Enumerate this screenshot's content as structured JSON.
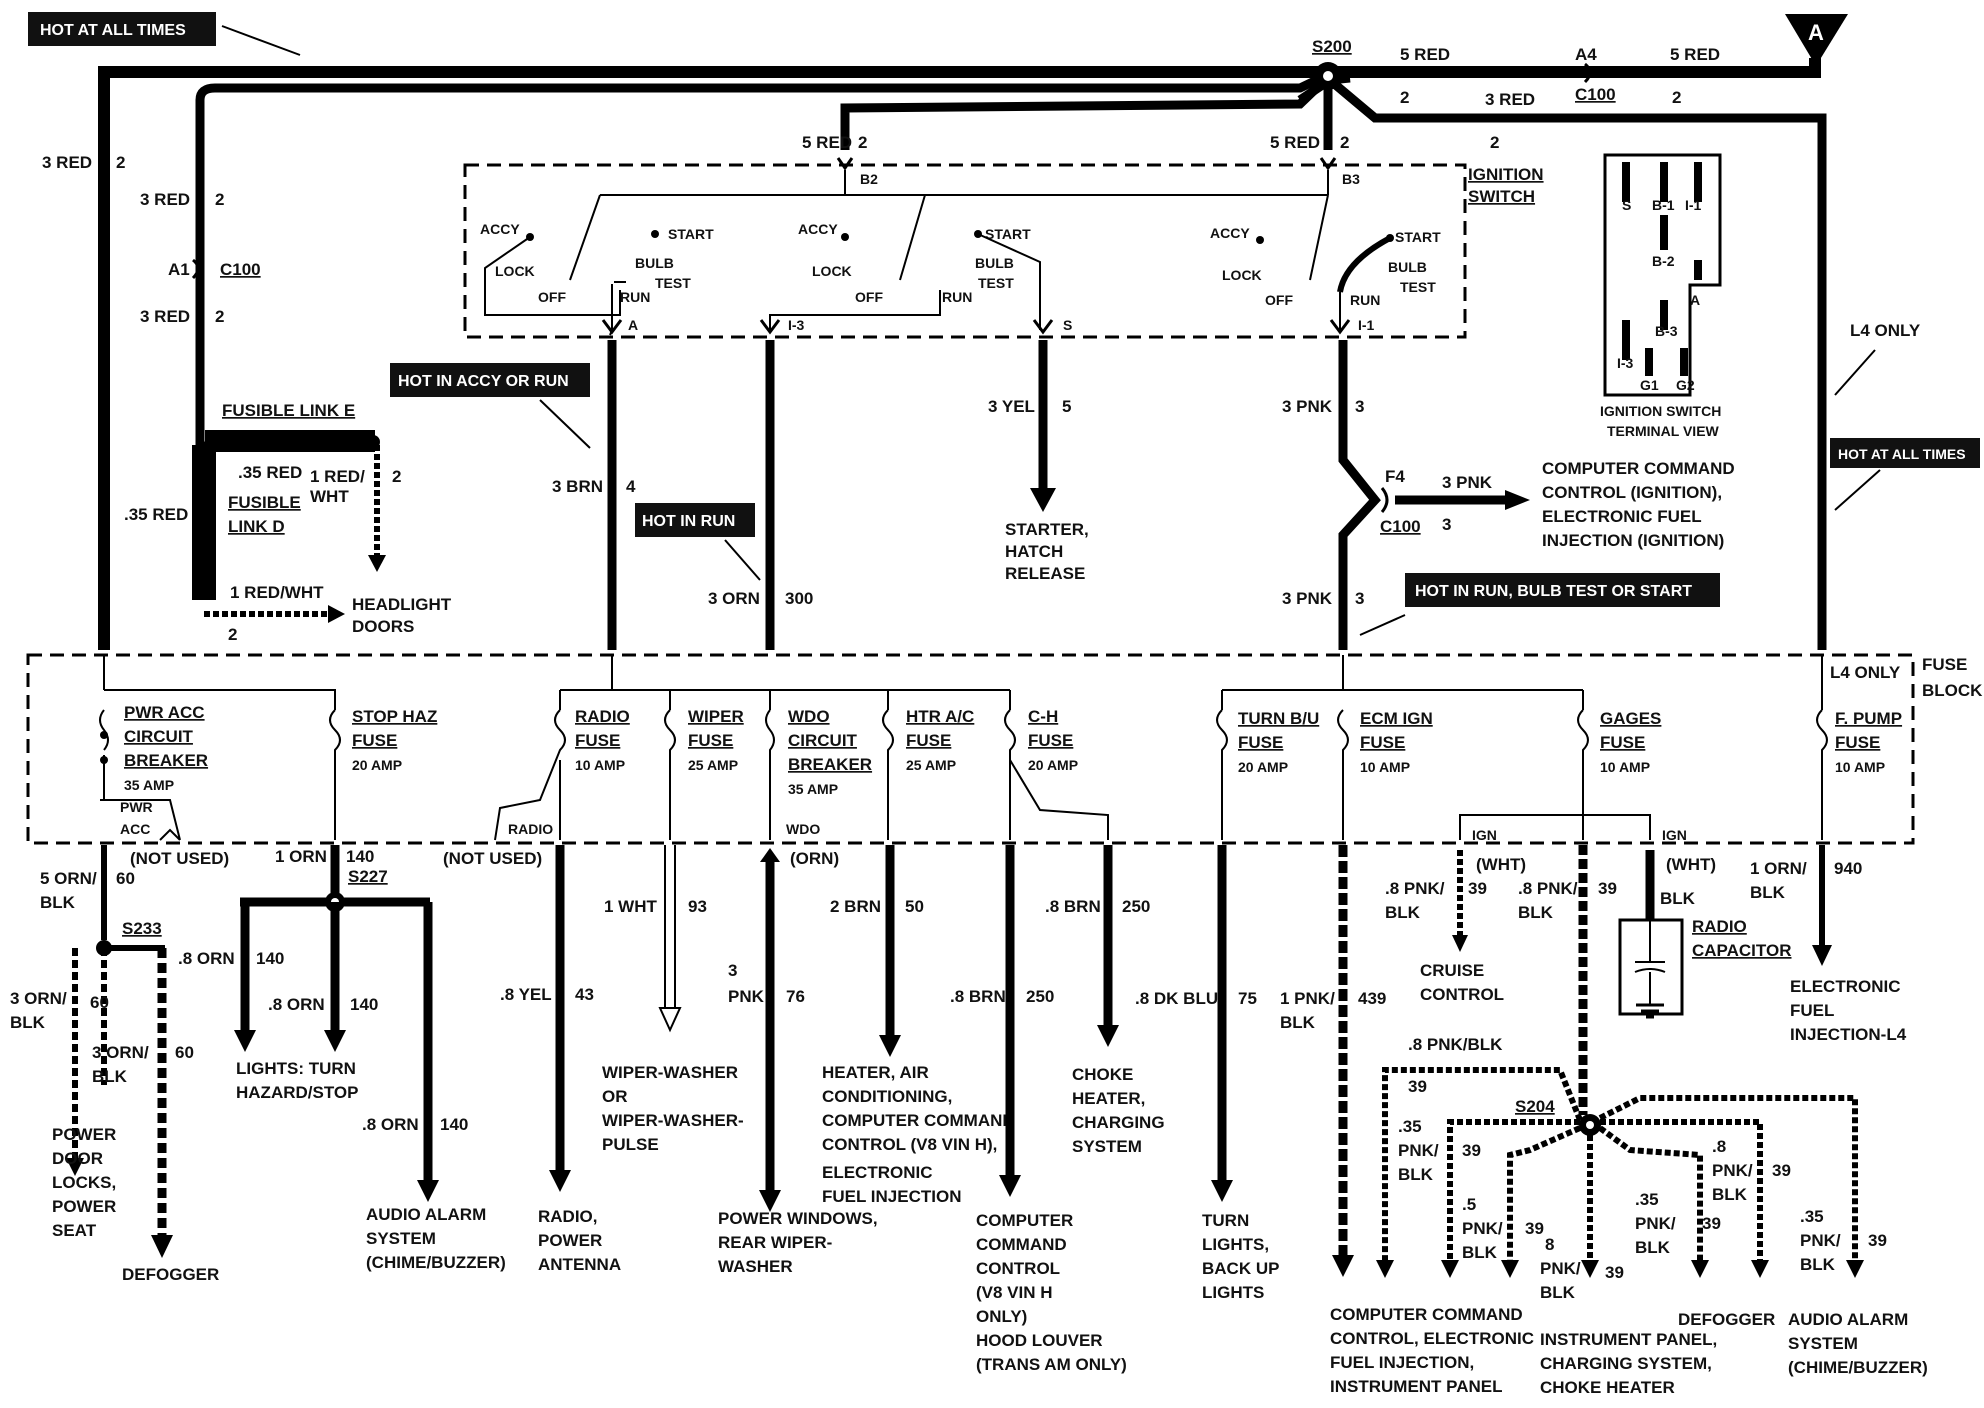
{
  "callouts": {
    "hot_at_all_times_top": "HOT AT ALL TIMES",
    "hot_at_all_times_right": "HOT AT ALL TIMES",
    "hot_in_accy_or_run": "HOT IN ACCY OR RUN",
    "hot_in_run": "HOT IN RUN",
    "hot_in_run_bulb_test_start": "HOT IN RUN, BULB TEST OR START",
    "connector_a": "A"
  },
  "splices": {
    "s200": "S200",
    "s227": "S227",
    "s233": "S233",
    "s204": "S204"
  },
  "connectors": {
    "a4": "A4",
    "c100_top": "C100",
    "a1": "A1",
    "c100_left": "C100",
    "f4": "F4",
    "c100_mid": "C100",
    "b2": "B2",
    "b3": "B3",
    "pin_a": "A",
    "pin_i3": "I-3",
    "pin_s": "S",
    "pin_i1": "I-1"
  },
  "wires": {
    "red5_a": "5 RED",
    "red5_a_num": "2",
    "red5_b": "5 RED",
    "red5_b_num": "2",
    "red3_top": "3 RED",
    "red3_top_num": "2",
    "red3_right_num": "2",
    "red3_left1": "3 RED",
    "red3_left1_num": "2",
    "red3_left2": "3 RED",
    "red3_left2_num": "2",
    "red3_left3": "3 RED",
    "red3_left3_num": "2",
    "red5_sw1": "5 RED",
    "red5_sw1_num": "2",
    "red5_sw2": "5 RED",
    "red5_sw2_num": "2",
    "red35_a": ".35 RED",
    "red35_b": ".35 RED",
    "red_wht1": "1 RED/",
    "red_wht1b": "WHT",
    "red_wht1_num": "2",
    "red_wht2": "1 RED/WHT",
    "red_wht2_num": "2",
    "brn3": "3 BRN",
    "brn3_num": "4",
    "orn3": "3 ORN",
    "orn3_num": "300",
    "yel3": "3 YEL",
    "yel3_num": "5",
    "pnk3_a": "3 PNK",
    "pnk3_a_num": "3",
    "pnk3_b": "3 PNK",
    "pnk3_b_num": "3",
    "pnk3_c": "3 PNK",
    "pnk3_c_num": "3",
    "orn_blk5": "5 ORN/",
    "orn_blk5b": "BLK",
    "orn_blk5_num": "60",
    "orn1": "1 ORN",
    "orn1_num": "140",
    "orn8_a": ".8 ORN",
    "orn8_a_num": "140",
    "orn8_b": ".8 ORN",
    "orn8_b_num": "140",
    "orn8_c": ".8 ORN",
    "orn8_c_num": "140",
    "orn_blk3_a": "3 ORN/",
    "orn_blk3_ab": "BLK",
    "orn_blk3_a_num": "60",
    "orn_blk3_b": "3 ORN/",
    "orn_blk3_bb": "BLK",
    "orn_blk3_b_num": "60",
    "yel8": ".8 YEL",
    "yel8_num": "43",
    "wht1": "1 WHT",
    "wht1_num": "93",
    "pnk3_d": "3",
    "pnk3_db": "PNK",
    "pnk3_d_num": "76",
    "brn2": "2 BRN",
    "brn2_num": "50",
    "brn8_a": ".8 BRN",
    "brn8_a_num": "250",
    "brn8_b": ".8 BRN",
    "brn8_b_num": "250",
    "dkblu8": ".8 DK BLU",
    "dkblu8_num": "75",
    "pnkblk1": "1 PNK/",
    "pnkblk1b": "BLK",
    "pnkblk1_num": "439",
    "pnkblk8_a": ".8 PNK/",
    "pnkblk8_ab": "BLK",
    "pnkblk8_a_num": "39",
    "pnkblk8_b": ".8 PNK/",
    "pnkblk8_bb": "BLK",
    "pnkblk8_b_num": "39",
    "pnkblk_39": "39",
    "wht_a": "(WHT)",
    "wht_b": "(WHT)",
    "blk": "BLK",
    "orn_blk1": "1 ORN/",
    "orn_blk1b": "BLK",
    "orn_blk1_num": "940",
    "pnkblk8_c": ".8 PNK/BLK",
    "pnkblk8_c_num": "39",
    "pnkblk35_a": ".35",
    "pnkblk35_ab": "PNK/",
    "pnkblk35_ac": "BLK",
    "pnkblk35_a_num": "39",
    "pnkblk5": ".5",
    "pnkblk5b": "PNK/",
    "pnkblk5c": "BLK",
    "pnkblk5_num": "39",
    "pnkblk_8d": "8",
    "pnkblk_8db": "PNK/",
    "pnkblk_8dc": "BLK",
    "pnkblk_8d_num": "39",
    "pnkblk35_b": ".35",
    "pnkblk35_bb": "PNK/",
    "pnkblk35_bc": "BLK",
    "pnkblk35_b_num": "39",
    "pnkblk8_e": ".8",
    "pnkblk8_eb": "PNK/",
    "pnkblk8_ec": "BLK",
    "pnkblk8_e_num": "39",
    "pnkblk35_c": ".35",
    "pnkblk35_cb": "PNK/",
    "pnkblk35_cc": "BLK",
    "pnkblk35_c_num": "39",
    "orn_paren": "(ORN)"
  },
  "switch": {
    "title1": "IGNITION",
    "title2": "SWITCH",
    "accy": "ACCY",
    "lock": "LOCK",
    "off": "OFF",
    "run": "RUN",
    "start": "START",
    "bulb": "BULB",
    "test": "TEST",
    "terminal_view1": "IGNITION SWITCH",
    "terminal_view2": "TERMINAL VIEW",
    "tv_s": "S",
    "tv_b1": "B-1",
    "tv_i1": "I-1",
    "tv_b2": "B-2",
    "tv_a": "A",
    "tv_b3": "B-3",
    "tv_i3": "I-3",
    "tv_g1": "G1",
    "tv_g2": "G2"
  },
  "fusible": {
    "link_e": "FUSIBLE LINK E",
    "link_d1": "FUSIBLE",
    "link_d2": "LINK D"
  },
  "fuse_block": {
    "label1": "FUSE",
    "label2": "BLOCK",
    "l4_only": "L4 ONLY",
    "pwr_acc1": "PWR ACC",
    "pwr_acc2": "CIRCUIT",
    "pwr_acc3": "BREAKER",
    "pwr_acc_amp": "35 AMP",
    "pwr_acc_term1": "PWR",
    "pwr_acc_term2": "ACC",
    "stop_haz1": "STOP HAZ",
    "stop_haz2": "FUSE",
    "stop_haz_amp": "20 AMP",
    "radio1": "RADIO",
    "radio2": "FUSE",
    "radio_amp": "10 AMP",
    "radio_term": "RADIO",
    "wiper1": "WIPER",
    "wiper2": "FUSE",
    "wiper_amp": "25 AMP",
    "wdo1": "WDO",
    "wdo2": "CIRCUIT",
    "wdo3": "BREAKER",
    "wdo_amp": "35 AMP",
    "wdo_term": "WDO",
    "htr1": "HTR A/C",
    "htr2": "FUSE",
    "htr_amp": "25 AMP",
    "ch1": "C-H",
    "ch2": "FUSE",
    "ch_amp": "20 AMP",
    "turn1": "TURN B/U",
    "turn2": "FUSE",
    "turn_amp": "20 AMP",
    "ecm1": "ECM IGN",
    "ecm2": "FUSE",
    "ecm_amp": "10 AMP",
    "gages1": "GAGES",
    "gages2": "FUSE",
    "gages_amp": "10 AMP",
    "fpump1": "F. PUMP",
    "fpump2": "FUSE",
    "fpump_amp": "10 AMP",
    "ign_a": "IGN",
    "ign_b": "IGN",
    "not_used_a": "(NOT USED)",
    "not_used_b": "(NOT USED)"
  },
  "destinations": {
    "l4_only_arrow": "L4 ONLY",
    "headlight1": "HEADLIGHT",
    "headlight2": "DOORS",
    "starter1": "STARTER,",
    "starter2": "HATCH",
    "starter3": "RELEASE",
    "ccc1": "COMPUTER COMMAND",
    "ccc2": "CONTROL (IGNITION),",
    "ccc3": "ELECTRONIC FUEL",
    "ccc4": "INJECTION (IGNITION)",
    "door1": "POWER",
    "door2": "DOOR",
    "door3": "LOCKS,",
    "door4": "POWER",
    "door5": "SEAT",
    "defogger_a": "DEFOGGER",
    "lights1": "LIGHTS: TURN",
    "lights2": "HAZARD/STOP",
    "audio_a1": "AUDIO ALARM",
    "audio_a2": "SYSTEM",
    "audio_a3": "(CHIME/BUZZER)",
    "radio1": "RADIO,",
    "radio2": "POWER",
    "radio3": "ANTENNA",
    "wiper1": "WIPER-WASHER",
    "wiper2": "OR",
    "wiper3": "WIPER-WASHER-",
    "wiper4": "PULSE",
    "pwin1": "POWER WINDOWS,",
    "pwin2": "REAR WIPER-",
    "pwin3": "WASHER",
    "heat1": "HEATER, AIR",
    "heat2": "CONDITIONING,",
    "heat3": "COMPUTER COMMAND",
    "heat4": "CONTROL (V8 VIN H),",
    "heat5": "ELECTRONIC",
    "heat6": "FUEL INJECTION",
    "comp1": "COMPUTER",
    "comp2": "COMMAND",
    "comp3": "CONTROL",
    "comp4": "(V8 VIN H",
    "comp5": "ONLY)",
    "comp6": "HOOD LOUVER",
    "comp7": "(TRANS AM ONLY)",
    "choke1": "CHOKE",
    "choke2": "HEATER,",
    "choke3": "CHARGING",
    "choke4": "SYSTEM",
    "turnl1": "TURN",
    "turnl2": "LIGHTS,",
    "turnl3": "BACK UP",
    "turnl4": "LIGHTS",
    "cruise1": "CRUISE",
    "cruise2": "CONTROL",
    "radcap1": "RADIO",
    "radcap2": "CAPACITOR",
    "efi1": "ELECTRONIC",
    "efi2": "FUEL",
    "efi3": "INJECTION-L4",
    "ccc_b1": "COMPUTER COMMAND",
    "ccc_b2": "CONTROL, ELECTRONIC",
    "ccc_b3": "FUEL INJECTION,",
    "ccc_b4": "INSTRUMENT PANEL",
    "ip1": "INSTRUMENT PANEL,",
    "ip2": "CHARGING SYSTEM,",
    "ip3": "CHOKE HEATER",
    "defogger_b": "DEFOGGER",
    "audio_b1": "AUDIO ALARM",
    "audio_b2": "SYSTEM",
    "audio_b3": "(CHIME/BUZZER)"
  }
}
